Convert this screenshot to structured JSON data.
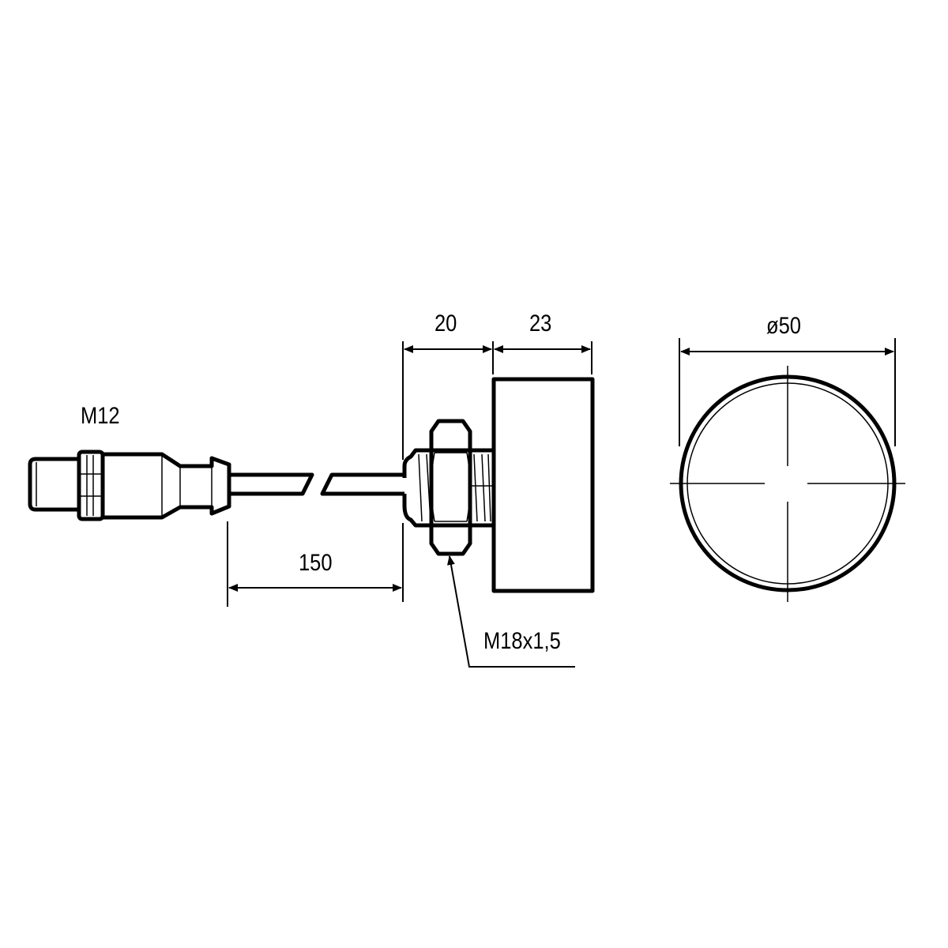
{
  "drawing": {
    "connector_label": "M12",
    "cable_length": "150",
    "thread_length": "20",
    "housing_length": "23",
    "diameter": "ø50",
    "thread_spec": "M18x1,5"
  }
}
